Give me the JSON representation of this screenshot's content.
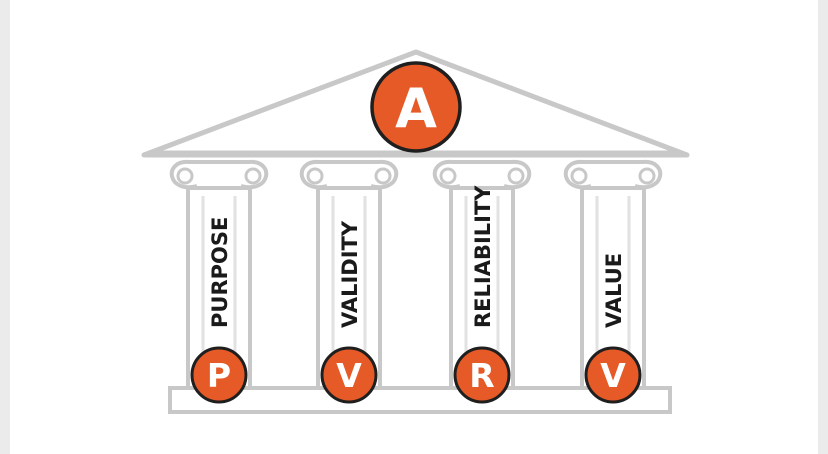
{
  "roof_badge": {
    "letter": "A"
  },
  "pillars": [
    {
      "label": "PURPOSE",
      "letter": "P"
    },
    {
      "label": "VALIDITY",
      "letter": "V"
    },
    {
      "label": "RELIABILITY",
      "letter": "R"
    },
    {
      "label": "VALUE",
      "letter": "V"
    }
  ],
  "colors": {
    "badge_fill": "#e55a26",
    "badge_stroke": "#1f1f1f",
    "outline": "#c8c8c8",
    "label": "#1a1a1a"
  }
}
